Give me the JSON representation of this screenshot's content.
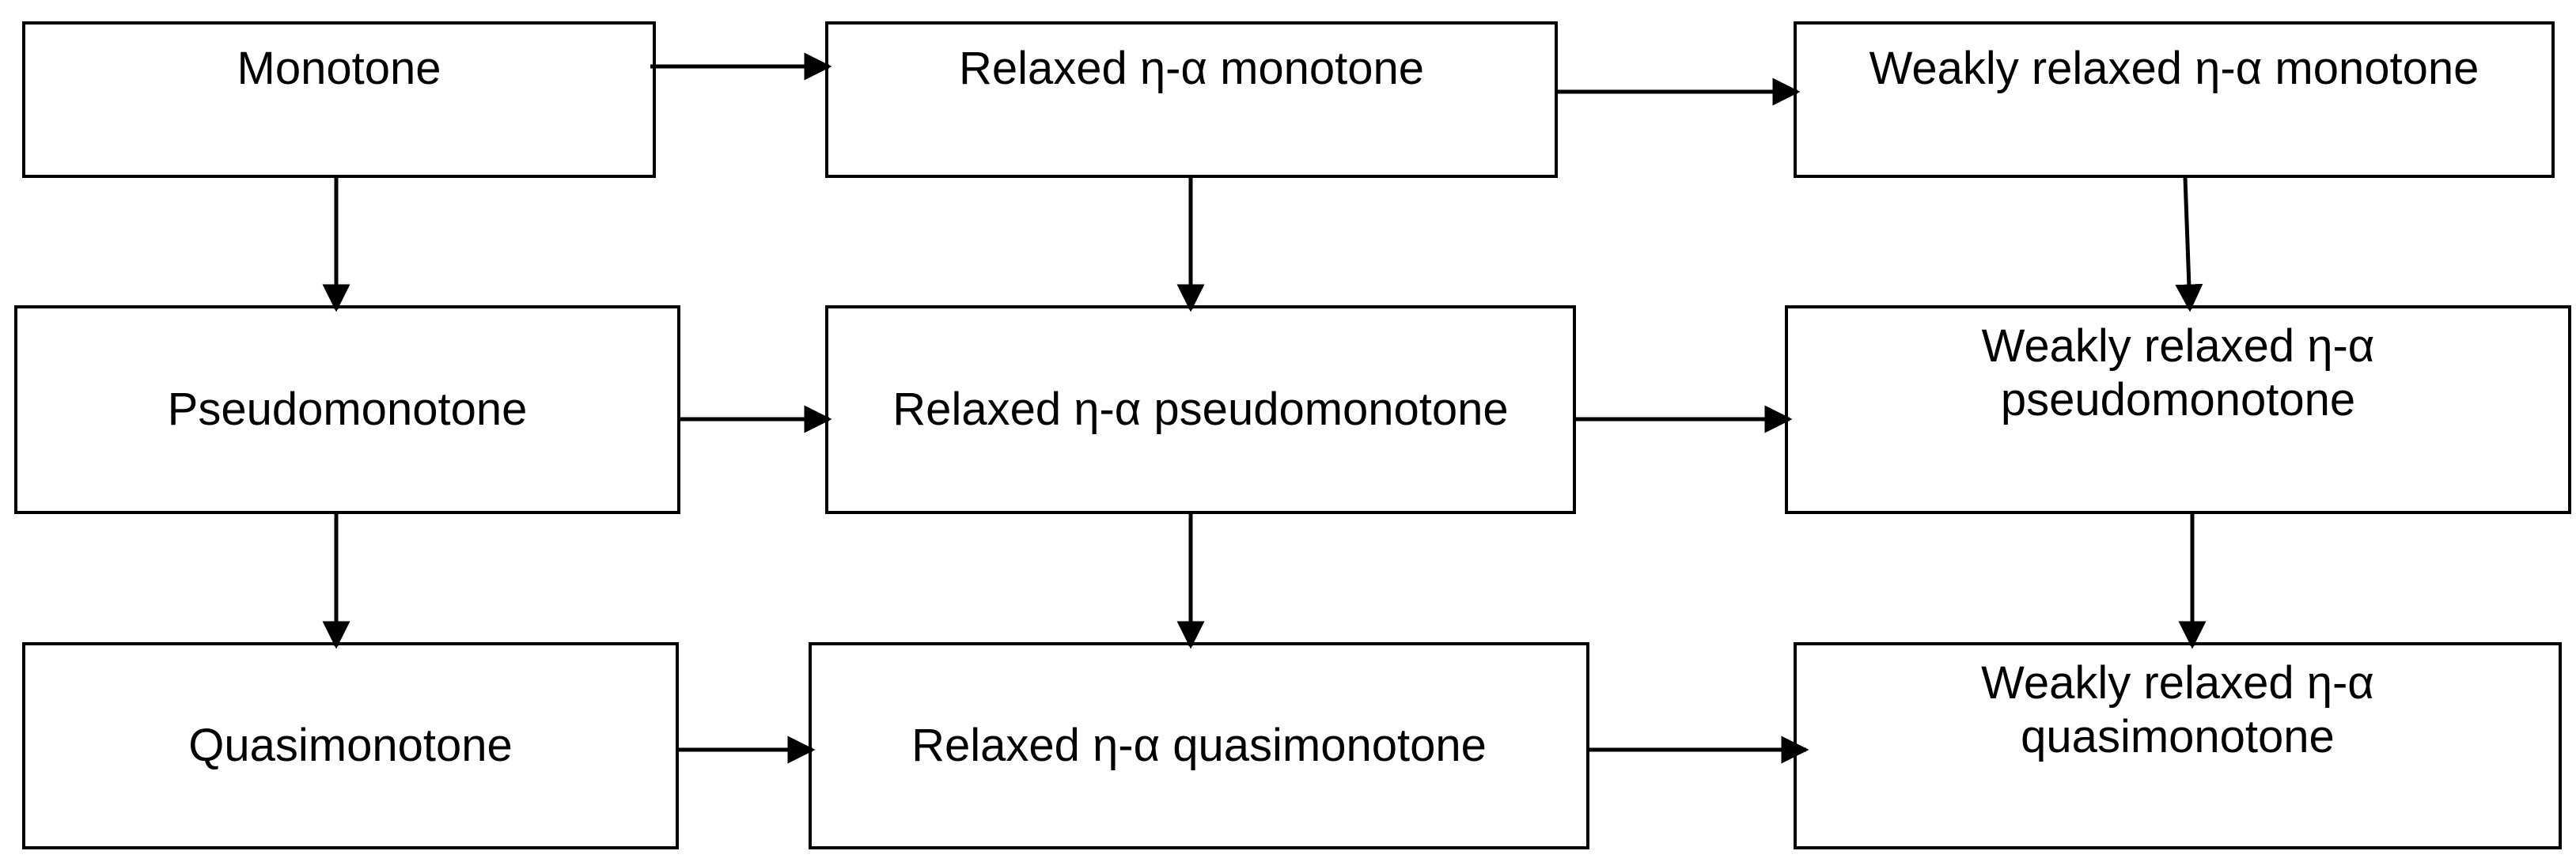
{
  "nodes": {
    "monotone": {
      "lines": [
        "Monotone"
      ]
    },
    "relaxed_monotone": {
      "lines": [
        "Relaxed η-α monotone"
      ]
    },
    "weakly_monotone": {
      "lines": [
        "Weakly relaxed η-α monotone"
      ]
    },
    "pseudomonotone": {
      "lines": [
        "Pseudomonotone"
      ]
    },
    "relaxed_pseudomonotone": {
      "lines": [
        "Relaxed η-α pseudomonotone"
      ]
    },
    "weakly_pseudomonotone": {
      "lines": [
        "Weakly relaxed η-α",
        "pseudomonotone"
      ]
    },
    "quasimonotone": {
      "lines": [
        "Quasimonotone"
      ]
    },
    "relaxed_quasimonotone": {
      "lines": [
        "Relaxed η-α quasimonotone"
      ]
    },
    "weakly_quasimonotone": {
      "lines": [
        "Weakly relaxed η-α",
        "quasimonotone"
      ]
    }
  },
  "edges": [
    {
      "from": "monotone",
      "to": "relaxed_monotone"
    },
    {
      "from": "relaxed_monotone",
      "to": "weakly_monotone"
    },
    {
      "from": "monotone",
      "to": "pseudomonotone"
    },
    {
      "from": "relaxed_monotone",
      "to": "relaxed_pseudomonotone"
    },
    {
      "from": "weakly_monotone",
      "to": "weakly_pseudomonotone"
    },
    {
      "from": "pseudomonotone",
      "to": "relaxed_pseudomonotone"
    },
    {
      "from": "relaxed_pseudomonotone",
      "to": "weakly_pseudomonotone"
    },
    {
      "from": "pseudomonotone",
      "to": "quasimonotone"
    },
    {
      "from": "relaxed_pseudomonotone",
      "to": "relaxed_quasimonotone"
    },
    {
      "from": "weakly_pseudomonotone",
      "to": "weakly_quasimonotone"
    },
    {
      "from": "quasimonotone",
      "to": "relaxed_quasimonotone"
    },
    {
      "from": "relaxed_quasimonotone",
      "to": "weakly_quasimonotone"
    }
  ],
  "colors": {
    "line": "#000000",
    "box_fill": "#ffffff",
    "background": "#ffffff"
  }
}
